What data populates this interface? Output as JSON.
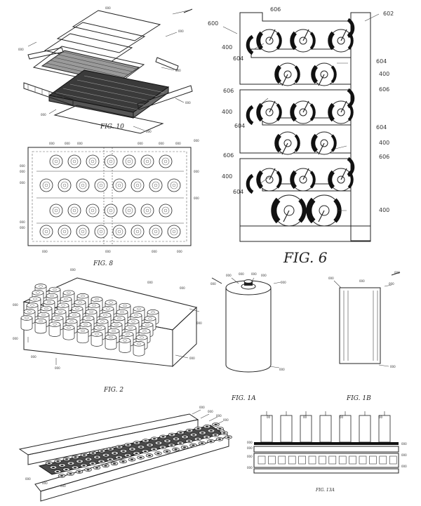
{
  "figures": {
    "fig10": {
      "caption": "FIG. 10"
    },
    "fig6": {
      "caption": "FIG. 6",
      "labels": {
        "ref600": "600",
        "ref602": "602",
        "ref604": "604",
        "ref606": "606",
        "ref400": "400"
      }
    },
    "fig8": {
      "caption": "FIG. 8"
    },
    "fig2": {
      "caption": "FIG. 2"
    },
    "fig1a": {
      "caption": "FIG. 1A"
    },
    "fig1b": {
      "caption": "FIG. 1B"
    },
    "fig13a": {
      "caption": "FIG. 13A"
    }
  },
  "colors": {
    "ink": "#222222",
    "paper": "#ffffff",
    "heavy": "#111111"
  }
}
